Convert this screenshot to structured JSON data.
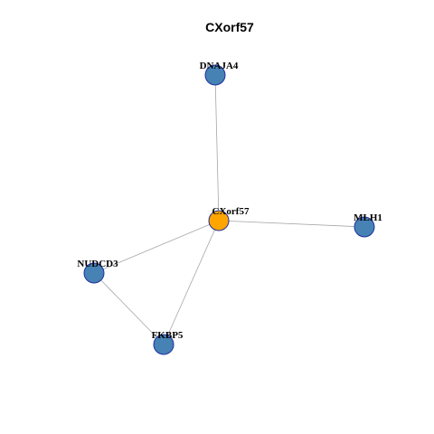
{
  "title": "CXorf57",
  "colors": {
    "center_node": "#ffa500",
    "neighbor_node": "#4682b4",
    "node_border": "#1f2f9f",
    "edge": "#a6a6a6"
  },
  "nodes": [
    {
      "id": "CXorf57",
      "label": "CXorf57",
      "role": "center"
    },
    {
      "id": "DNAJA4",
      "label": "DNAJA4",
      "role": "neighbor"
    },
    {
      "id": "MLH1",
      "label": "MLH1",
      "role": "neighbor"
    },
    {
      "id": "NUDCD3",
      "label": "NUDCD3",
      "role": "neighbor"
    },
    {
      "id": "FKBP5",
      "label": "FKBP5",
      "role": "neighbor"
    }
  ],
  "edges": [
    {
      "source": "CXorf57",
      "target": "DNAJA4"
    },
    {
      "source": "CXorf57",
      "target": "MLH1"
    },
    {
      "source": "CXorf57",
      "target": "NUDCD3"
    },
    {
      "source": "CXorf57",
      "target": "FKBP5"
    },
    {
      "source": "NUDCD3",
      "target": "FKBP5"
    }
  ]
}
